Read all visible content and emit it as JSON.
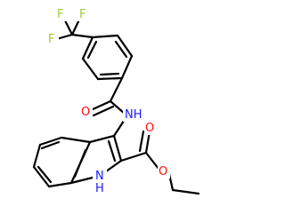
{
  "colors": {
    "bond": "#000000",
    "fluorine": "#9acd32",
    "oxygen": "#ff0d0d",
    "nitrogen": "#1a1aff",
    "background": "#ffffff"
  },
  "atoms": {
    "F1": "F",
    "F2": "F",
    "F3": "F",
    "O_amide": "O",
    "NH_amide": "NH",
    "NH_indole": "N",
    "H_indole": "H",
    "O_carbonyl": "O",
    "O_ester": "O"
  }
}
